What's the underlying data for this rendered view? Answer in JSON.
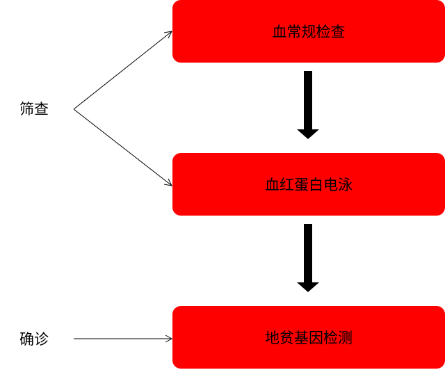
{
  "colors": {
    "box_fill": "#ff0000",
    "text": "#000000",
    "connector": "#000000"
  },
  "diagram": {
    "boxes": [
      {
        "label": "血常规检查"
      },
      {
        "label": "血红蛋白电泳"
      },
      {
        "label": "地贫基因检测"
      }
    ],
    "side_labels": {
      "screening": "筛查",
      "confirm": "确诊"
    }
  }
}
